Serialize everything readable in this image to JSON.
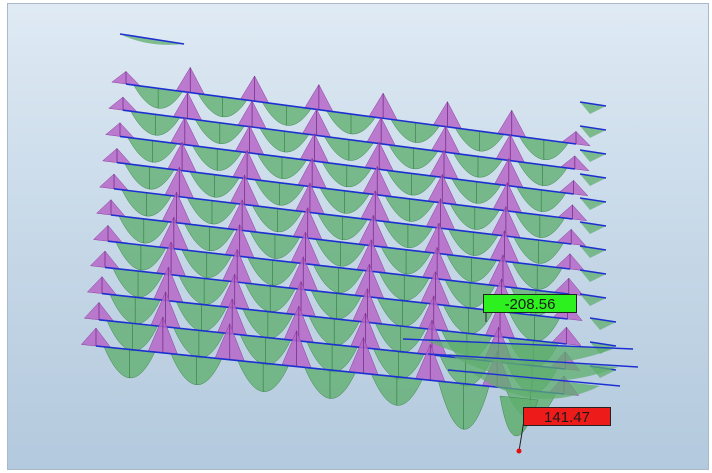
{
  "viewport": {
    "background_top": "#dfeaf4",
    "background_bottom": "#b3c9dd"
  },
  "diagram": {
    "beam_color": "#1c2fd1",
    "positive_fill": "#b667c8",
    "negative_fill": "#5fae6e",
    "beam_lines": 11,
    "spans_per_line": 7,
    "side_stubs": 12
  },
  "labels": {
    "min_value": "-208.56",
    "min_color": "#2df01f",
    "max_value": "141.47",
    "max_color": "#ee1b1b",
    "marker_color": "#e01010"
  }
}
